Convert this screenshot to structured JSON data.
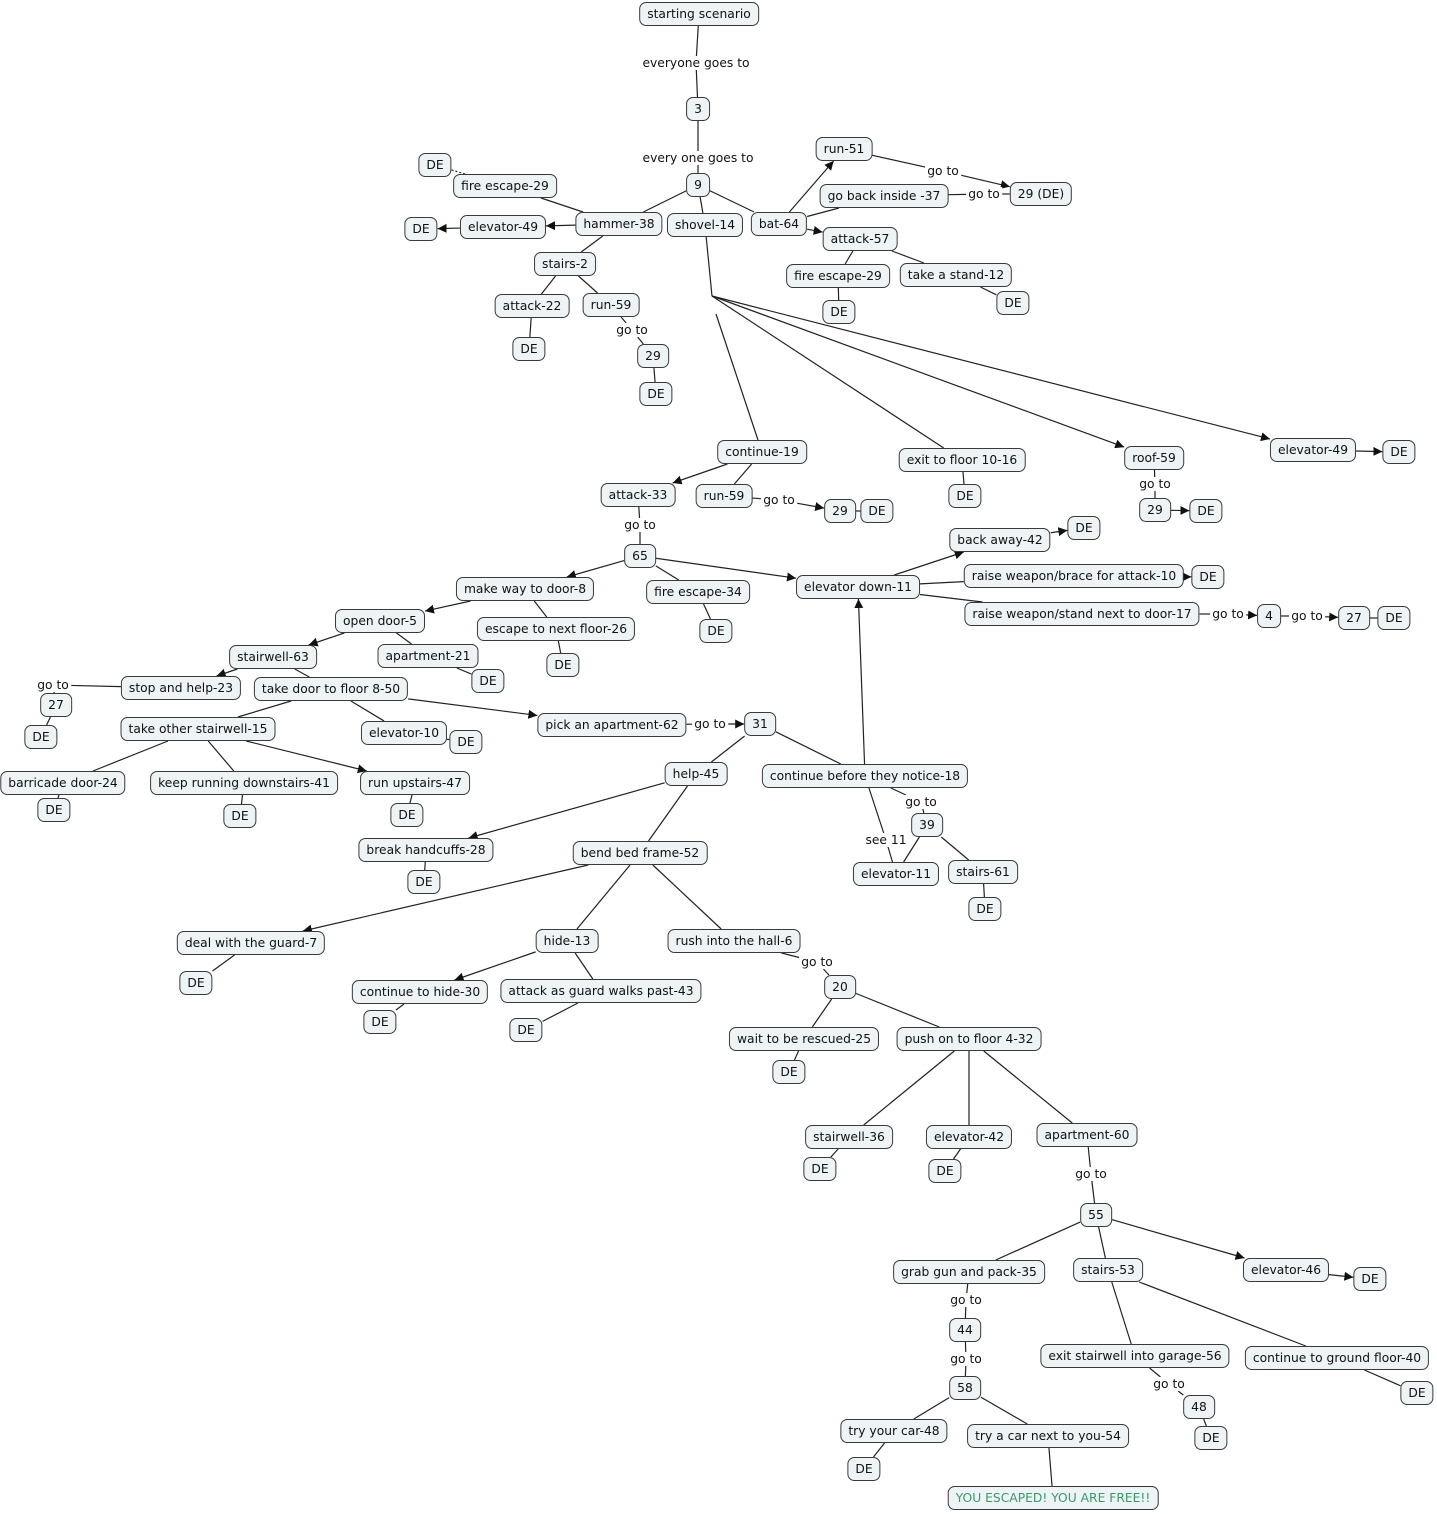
{
  "colors": {
    "node_fill": "#eef3f5",
    "node_border": "#3a3a3a",
    "line": "#222222",
    "win_text": "#3a9a6a"
  },
  "nodes": {
    "n1": "starting scenario",
    "l1": "everyone goes to",
    "n2": "3",
    "l2": "every one goes to",
    "n3": "9",
    "n4": "hammer-38",
    "n5": "shovel-14",
    "n6": "bat-64",
    "n7": "fire escape-29",
    "n8": "DE",
    "n9": "elevator-49",
    "n10": "DE",
    "n11": "stairs-2",
    "n12": "attack-22",
    "n13": "run-59",
    "n14": "DE",
    "l3": "go to",
    "n15": "29",
    "n16": "DE",
    "n17": "run-51",
    "l4": "go to",
    "n18": "29 (DE)",
    "n19": "go back inside -37",
    "l5": "go to",
    "n20": "attack-57",
    "n21": "fire escape-29",
    "n22": "take a stand-12",
    "n23": "DE",
    "n24": "DE",
    "n25": "continue-19",
    "n26": "exit to floor 10-16",
    "n27": "DE",
    "n28": "roof-59",
    "l6": "go to",
    "n29": "29",
    "n30": "DE",
    "n31": "elevator-49",
    "n32": "DE",
    "n33": "attack-33",
    "n34": "run-59",
    "l7": "go to",
    "n35": "29",
    "n36": "DE",
    "l8": "go to",
    "n37": "65",
    "n38": "make way to door-8",
    "n39": "fire escape-34",
    "n40": "DE",
    "n41": "elevator down-11",
    "n42": "back away-42",
    "n43": "DE",
    "n44": "raise weapon/brace for attack-10",
    "n45": "DE",
    "n46": "raise weapon/stand next to door-17",
    "l9": "go to",
    "n47": "4",
    "l10": "go to",
    "n48": "27",
    "n49": "DE",
    "n50": "open door-5",
    "n51": "escape to next floor-26",
    "n52": "DE",
    "n53": "stairwell-63",
    "n54": "apartment-21",
    "n55": "DE",
    "n56": "stop and help-23",
    "l11": "go to",
    "n57": "27",
    "n58": "DE",
    "n59": "take door to floor 8-50",
    "n60": "take other stairwell-15",
    "n61": "elevator-10",
    "n62": "DE",
    "n63": "pick an apartment-62",
    "l12": "go to",
    "n64": "31",
    "n65": "barricade door-24",
    "n66": "DE",
    "n67": "keep running downstairs-41",
    "n68": "DE",
    "n69": "run upstairs-47",
    "n70": "DE",
    "n71": "help-45",
    "n72": "continue before they notice-18",
    "l13": "go to",
    "n73": "39",
    "l14": "see 11",
    "n74": "elevator-11",
    "n75": "stairs-61",
    "n76": "DE",
    "n77": "break handcuffs-28",
    "n78": "DE",
    "n79": "bend bed frame-52",
    "n80": "deal with the guard-7",
    "n81": "DE",
    "n82": "hide-13",
    "n83": "rush into the hall-6",
    "n84": "continue to hide-30",
    "n85": "attack as guard walks past-43",
    "n86": "DE",
    "n87": "DE",
    "l15": "go to",
    "n88": "20",
    "n89": "wait to be rescued-25",
    "n90": "push on to floor 4-32",
    "n91": "DE",
    "n92": "stairwell-36",
    "n93": "elevator-42",
    "n94": "apartment-60",
    "n95": "DE",
    "n96": "DE",
    "l16": "go to",
    "n97": "55",
    "n98": "grab gun and pack-35",
    "n99": "stairs-53",
    "n100": "elevator-46",
    "n101": "DE",
    "l17": "go to",
    "n102": "44",
    "l18": "go to",
    "n103": "58",
    "n104": "try your car-48",
    "n105": "try a car next to you-54",
    "n106": "DE",
    "n107": "YOU ESCAPED! YOU ARE FREE!!",
    "n108": "exit stairwell into garage-56",
    "n109": "continue to ground floor-40",
    "l19": "go to",
    "n110": "48",
    "n111": "DE",
    "n112": "DE"
  },
  "edges": [
    [
      "n1",
      "l1",
      0
    ],
    [
      "l1",
      "n2",
      0
    ],
    [
      "n2",
      "l2",
      0
    ],
    [
      "l2",
      "n3",
      0
    ],
    [
      "n3",
      "n4",
      0
    ],
    [
      "n3",
      "n5",
      0
    ],
    [
      "n3",
      "n6",
      0
    ],
    [
      "n4",
      "n7",
      0
    ],
    [
      "n7",
      "n8",
      0
    ],
    [
      "n4",
      "n9",
      1
    ],
    [
      "n9",
      "n10",
      1
    ],
    [
      "n4",
      "n11",
      0
    ],
    [
      "n11",
      "n12",
      0
    ],
    [
      "n11",
      "n13",
      0
    ],
    [
      "n12",
      "n14",
      0
    ],
    [
      "n13",
      "l3",
      0
    ],
    [
      "l3",
      "n15",
      0
    ],
    [
      "n15",
      "n16",
      0
    ],
    [
      "n6",
      "n17",
      1
    ],
    [
      "n17",
      "l4",
      0
    ],
    [
      "l4",
      "n18",
      1
    ],
    [
      "n6",
      "n19",
      0
    ],
    [
      "n19",
      "l5",
      0
    ],
    [
      "l5",
      "n18",
      0
    ],
    [
      "n6",
      "n20",
      1
    ],
    [
      "n20",
      "n21",
      0
    ],
    [
      "n20",
      "n22",
      0
    ],
    [
      "n21",
      "n23",
      0
    ],
    [
      "n22",
      "n24",
      0
    ],
    [
      "n5",
      "hub",
      0
    ],
    [
      "hub2",
      "n25",
      0
    ],
    [
      "hub",
      "n26",
      0
    ],
    [
      "hub",
      "n28",
      1
    ],
    [
      "hub",
      "n31",
      1
    ],
    [
      "n26",
      "n27",
      0
    ],
    [
      "n28",
      "l6",
      0
    ],
    [
      "l6",
      "n29",
      0
    ],
    [
      "n29",
      "n30",
      1
    ],
    [
      "n31",
      "n32",
      1
    ],
    [
      "n25",
      "n33",
      1
    ],
    [
      "n25",
      "n34",
      0
    ],
    [
      "n34",
      "l7",
      0
    ],
    [
      "l7",
      "n35",
      1
    ],
    [
      "n35",
      "n36",
      0
    ],
    [
      "n33",
      "l8",
      0
    ],
    [
      "l8",
      "n37",
      0
    ],
    [
      "n37",
      "n38",
      1
    ],
    [
      "n37",
      "n39",
      0
    ],
    [
      "n37",
      "n41",
      1
    ],
    [
      "n39",
      "n40",
      0
    ],
    [
      "n41",
      "n42",
      1
    ],
    [
      "n42",
      "n43",
      1
    ],
    [
      "n41",
      "n44",
      0
    ],
    [
      "n44",
      "n45",
      1
    ],
    [
      "n41",
      "n46",
      0
    ],
    [
      "n46",
      "l9",
      0
    ],
    [
      "l9",
      "n47",
      1
    ],
    [
      "n47",
      "l10",
      0
    ],
    [
      "l10",
      "n48",
      1
    ],
    [
      "n48",
      "n49",
      0
    ],
    [
      "n38",
      "n50",
      1
    ],
    [
      "n38",
      "n51",
      0
    ],
    [
      "n51",
      "n52",
      0
    ],
    [
      "n50",
      "n53",
      1
    ],
    [
      "n50",
      "n54",
      0
    ],
    [
      "n54",
      "n55",
      0
    ],
    [
      "n53",
      "n56",
      1
    ],
    [
      "n53",
      "n59",
      0
    ],
    [
      "n56",
      "l11",
      0
    ],
    [
      "l11",
      "n57",
      0
    ],
    [
      "n57",
      "n58",
      0
    ],
    [
      "n59",
      "n60",
      0
    ],
    [
      "n59",
      "n61",
      0
    ],
    [
      "n59",
      "n63",
      1
    ],
    [
      "n61",
      "n62",
      0
    ],
    [
      "n63",
      "l12",
      0
    ],
    [
      "l12",
      "n64",
      1
    ],
    [
      "n60",
      "n65",
      0
    ],
    [
      "n60",
      "n67",
      0
    ],
    [
      "n60",
      "n69",
      1
    ],
    [
      "n65",
      "n66",
      0
    ],
    [
      "n67",
      "n68",
      0
    ],
    [
      "n69",
      "n70",
      0
    ],
    [
      "n64",
      "n71",
      0
    ],
    [
      "n64",
      "n72",
      0
    ],
    [
      "n72",
      "n41",
      1
    ],
    [
      "n72",
      "l13",
      0
    ],
    [
      "l13",
      "n73",
      0
    ],
    [
      "n72",
      "l14",
      0
    ],
    [
      "l14",
      "n74",
      0
    ],
    [
      "n73",
      "n74",
      0
    ],
    [
      "n73",
      "n75",
      0
    ],
    [
      "n75",
      "n76",
      0
    ],
    [
      "n71",
      "n77",
      1
    ],
    [
      "n71",
      "n79",
      0
    ],
    [
      "n77",
      "n78",
      0
    ],
    [
      "n79",
      "n80",
      1
    ],
    [
      "n79",
      "n82",
      0
    ],
    [
      "n79",
      "n83",
      0
    ],
    [
      "n80",
      "n81",
      0
    ],
    [
      "n82",
      "n84",
      1
    ],
    [
      "n82",
      "n85",
      0
    ],
    [
      "n84",
      "n86",
      0
    ],
    [
      "n85",
      "n87",
      0
    ],
    [
      "n83",
      "l15",
      0
    ],
    [
      "l15",
      "n88",
      0
    ],
    [
      "n88",
      "n89",
      0
    ],
    [
      "n88",
      "n90",
      0
    ],
    [
      "n89",
      "n91",
      0
    ],
    [
      "n90",
      "n92",
      0
    ],
    [
      "n90",
      "n93",
      0
    ],
    [
      "n90",
      "n94",
      0
    ],
    [
      "n92",
      "n95",
      0
    ],
    [
      "n93",
      "n96",
      0
    ],
    [
      "n94",
      "l16",
      0
    ],
    [
      "l16",
      "n97",
      0
    ],
    [
      "n97",
      "n98",
      0
    ],
    [
      "n97",
      "n99",
      0
    ],
    [
      "n97",
      "n100",
      1
    ],
    [
      "n100",
      "n101",
      1
    ],
    [
      "n98",
      "l17",
      0
    ],
    [
      "l17",
      "n102",
      0
    ],
    [
      "n102",
      "l18",
      0
    ],
    [
      "l18",
      "n103",
      0
    ],
    [
      "n103",
      "n104",
      0
    ],
    [
      "n103",
      "n105",
      0
    ],
    [
      "n104",
      "n106",
      0
    ],
    [
      "n105",
      "n107",
      0
    ],
    [
      "n99",
      "n108",
      0
    ],
    [
      "n99",
      "n109",
      0
    ],
    [
      "n108",
      "l19",
      0
    ],
    [
      "l19",
      "n110",
      0
    ],
    [
      "n110",
      "n111",
      0
    ],
    [
      "n109",
      "n112",
      0
    ]
  ]
}
